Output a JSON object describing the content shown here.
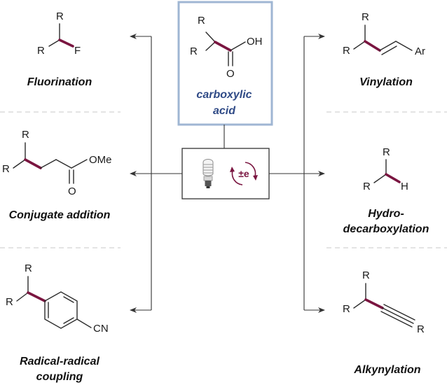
{
  "colors": {
    "highlight_bond": "#7a1540",
    "center_box_border": "#9fb6d3",
    "center_label": "#2f4a86",
    "cycle_icon": "#7a1540"
  },
  "center": {
    "label_line1": "carboxylic",
    "label_line2": "acid",
    "atoms": {
      "r_top": "R",
      "r_left": "R",
      "oh": "OH",
      "o": "O"
    }
  },
  "catalysis": {
    "lamp_icon": "light-bulb-icon",
    "cycle_icon": "electron-transfer-cycle-icon",
    "cycle_label": "±e"
  },
  "products": {
    "fluorination": {
      "label": "Fluorination",
      "atoms": {
        "r_top": "R",
        "r_left": "R",
        "f": "F"
      }
    },
    "conjugate_addition": {
      "label": "Conjugate addition",
      "atoms": {
        "r_top": "R",
        "r_left": "R",
        "ome": "OMe",
        "o": "O"
      }
    },
    "radical_coupling": {
      "label_line1": "Radical-radical",
      "label_line2": "coupling",
      "atoms": {
        "r_top": "R",
        "r_left": "R",
        "cn": "CN"
      }
    },
    "vinylation": {
      "label": "Vinylation",
      "atoms": {
        "r_top": "R",
        "r_left": "R",
        "ar": "Ar"
      }
    },
    "hydrodecarboxylation": {
      "label_line1": "Hydro-",
      "label_line2": "decarboxylation",
      "atoms": {
        "r_top": "R",
        "r_left": "R",
        "h": "H"
      }
    },
    "alkynylation": {
      "label": "Alkynylation",
      "atoms": {
        "r_top": "R",
        "r_left": "R",
        "r_end": "R"
      }
    }
  }
}
